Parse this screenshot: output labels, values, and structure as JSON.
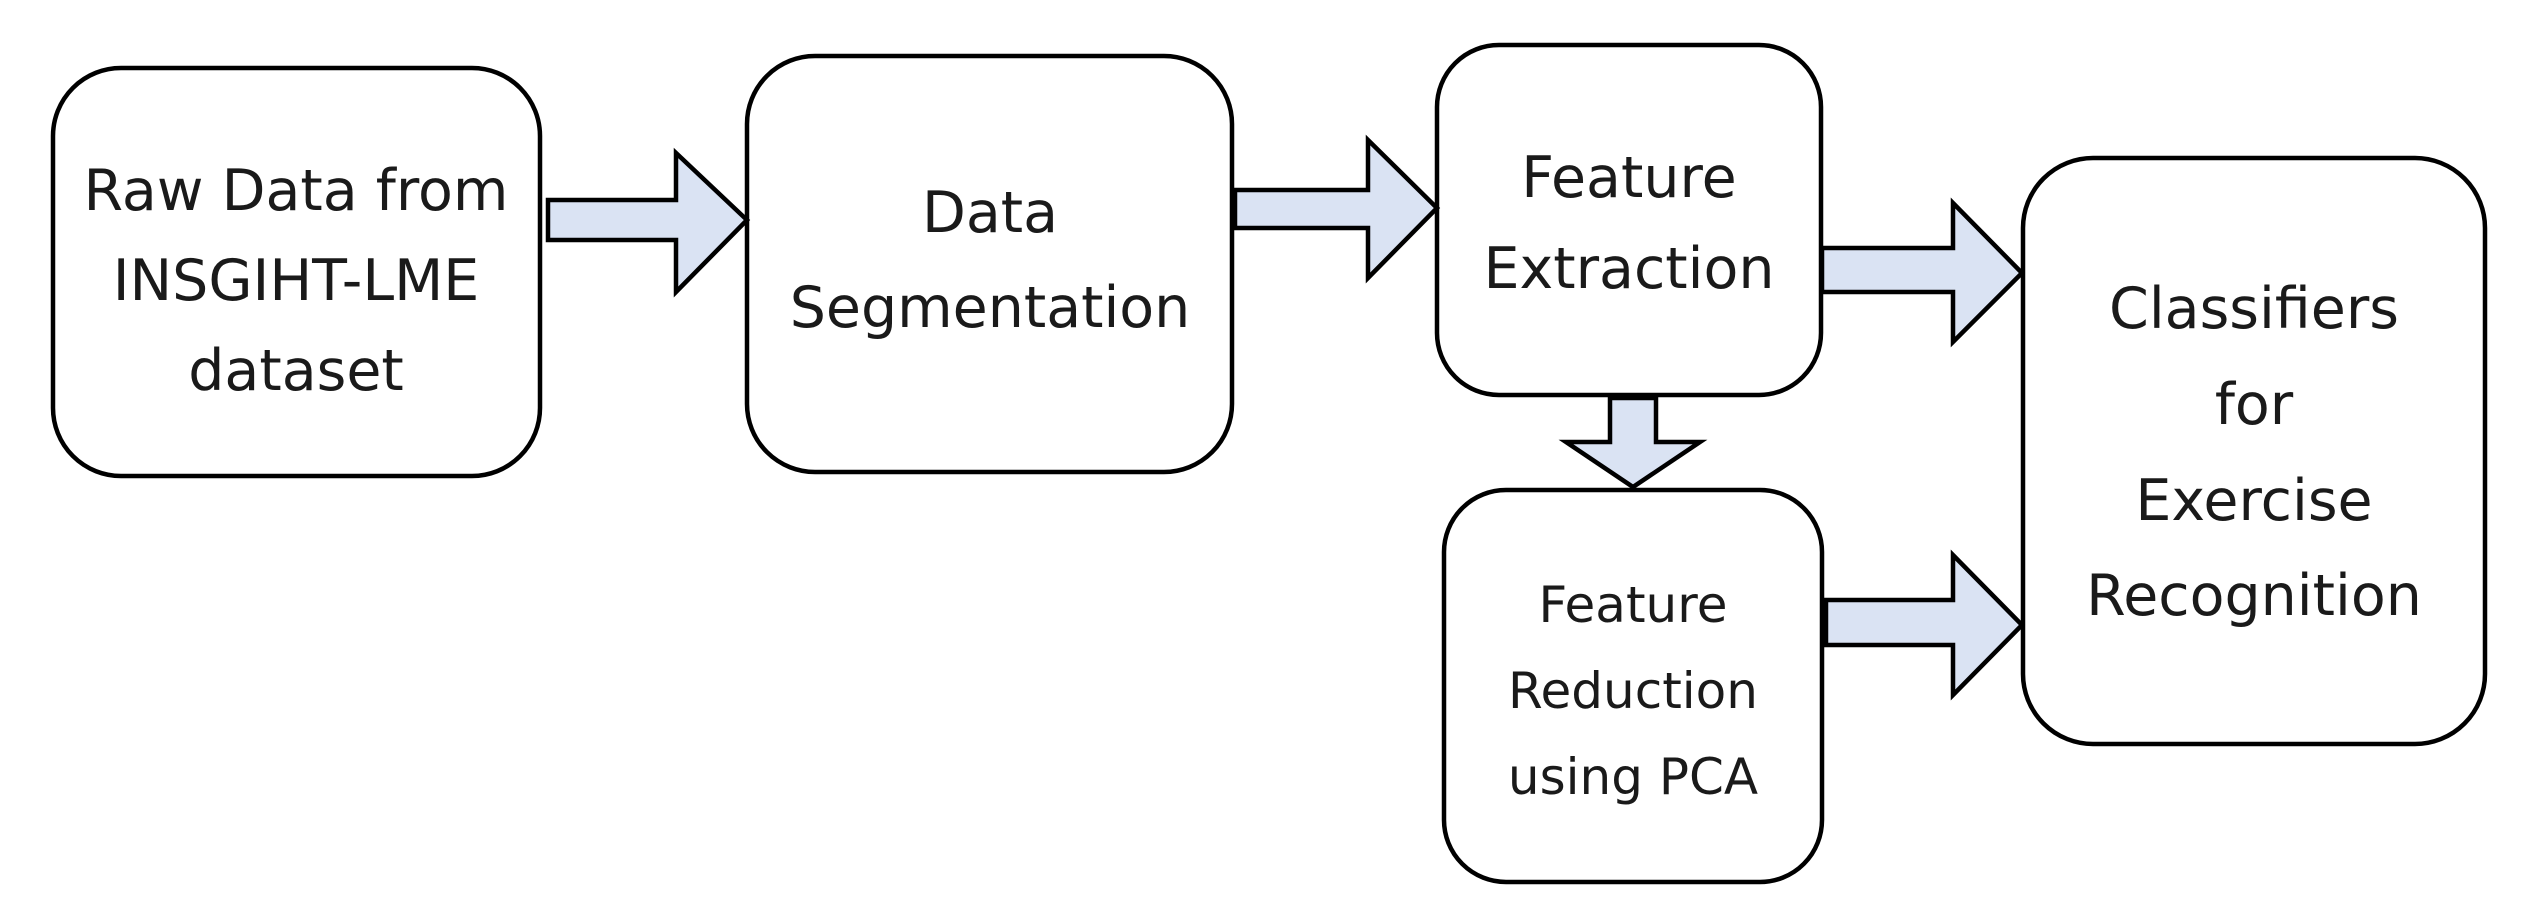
{
  "diagram": {
    "nodes": {
      "raw_data": {
        "lines": [
          "Raw Data from",
          "INSGIHT-LME",
          "dataset"
        ]
      },
      "segmentation": {
        "lines": [
          "Data",
          "Segmentation"
        ]
      },
      "feature_extraction": {
        "lines": [
          "Feature",
          "Extraction"
        ]
      },
      "feature_reduction": {
        "lines": [
          "Feature",
          "Reduction",
          "using PCA"
        ]
      },
      "classifiers": {
        "lines": [
          "Classifiers",
          "for",
          "Exercise",
          "Recognition"
        ]
      }
    },
    "edges": [
      {
        "from": "raw_data",
        "to": "segmentation"
      },
      {
        "from": "segmentation",
        "to": "feature_extraction"
      },
      {
        "from": "feature_extraction",
        "to": "classifiers"
      },
      {
        "from": "feature_extraction",
        "to": "feature_reduction"
      },
      {
        "from": "feature_reduction",
        "to": "classifiers"
      }
    ],
    "colors": {
      "arrow_fill": "#dae3f3",
      "stroke": "#000000",
      "box_fill": "#ffffff",
      "text": "#1a1a1a"
    }
  }
}
